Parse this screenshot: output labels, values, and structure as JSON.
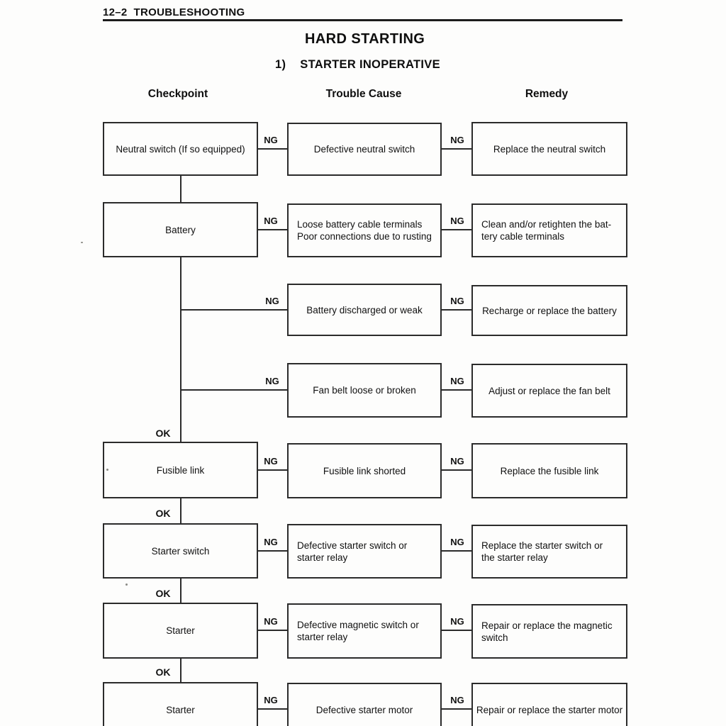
{
  "page": {
    "header": "12–2  TROUBLESHOOTING",
    "title": "HARD STARTING",
    "section_number": "1)",
    "section_title": "STARTER INOPERATIVE",
    "columns": {
      "checkpoint": "Checkpoint",
      "trouble": "Trouble Cause",
      "remedy": "Remedy"
    },
    "labels": {
      "ng": "NG",
      "ok": "OK"
    }
  },
  "rows": [
    {
      "checkpoint": "Neutral switch (If so equipped)",
      "trouble": "Defective neutral switch",
      "remedy": "Replace the neutral switch"
    },
    {
      "checkpoint": "Battery",
      "trouble": "Loose battery cable terminals\nPoor connections due to rusting",
      "remedy": "Clean and/or retighten the bat-\ntery cable terminals"
    },
    {
      "trouble": "Battery discharged or weak",
      "remedy": "Recharge or replace the battery"
    },
    {
      "trouble": "Fan belt loose or broken",
      "remedy": "Adjust or replace the fan belt"
    },
    {
      "checkpoint": "Fusible link",
      "trouble": "Fusible link shorted",
      "remedy": "Replace the fusible link"
    },
    {
      "checkpoint": "Starter switch",
      "trouble": "Defective starter switch or\nstarter relay",
      "remedy": "Replace the starter switch or\nthe starter relay"
    },
    {
      "checkpoint": "Starter",
      "trouble": "Defective magnetic switch or\nstarter relay",
      "remedy": "Repair or replace the magnetic\nswitch"
    },
    {
      "checkpoint": "Starter",
      "trouble": "Defective starter motor",
      "remedy": "Repair or replace the starter motor"
    }
  ]
}
